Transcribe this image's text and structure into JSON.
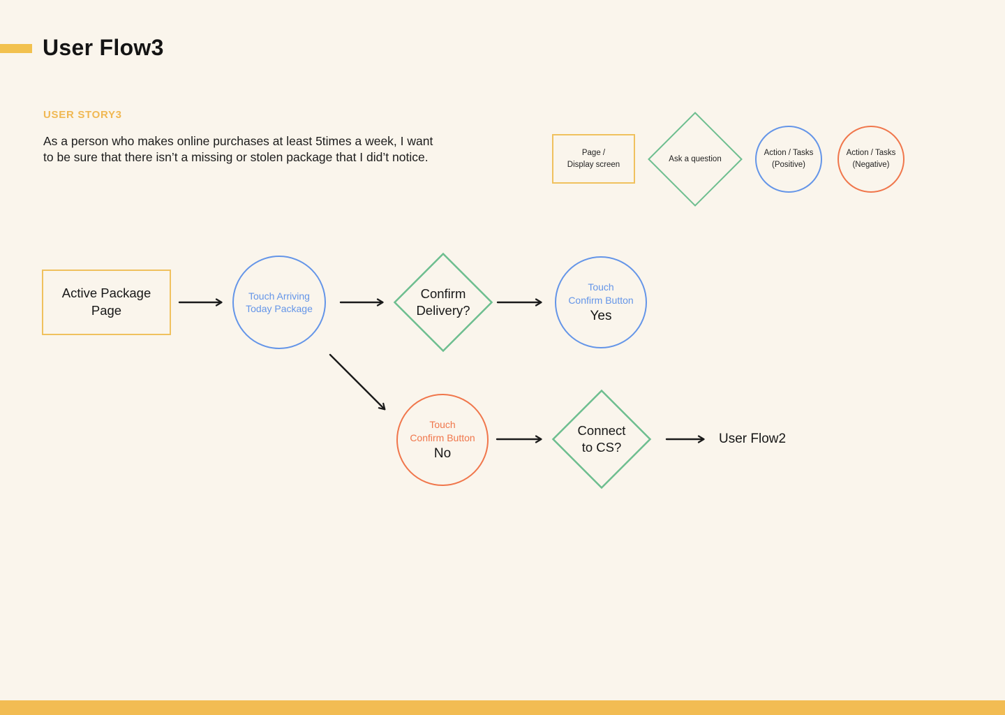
{
  "page": {
    "title": "User Flow3",
    "story_label": "USER STORY3",
    "story_text": "As a person who makes online purchases at least 5times a week, I want\nto be sure that there isn’t a missing or stolen package that I did’t notice."
  },
  "legend": {
    "page_shape_label": "Page /\nDisplay screen",
    "question_shape_label": "Ask a question",
    "positive_shape_label": "Action / Tasks\n(Positive)",
    "negative_shape_label": "Action / Tasks\n(Negative)"
  },
  "flow": {
    "start_node": "Active Package\nPage",
    "touch_arriving_node": "Touch Arriving\nToday Package",
    "confirm_delivery_node": "Confirm\nDelivery?",
    "confirm_yes_label": "Touch\nConfirm Button",
    "confirm_yes_answer": "Yes",
    "confirm_no_label": "Touch\nConfirm Button",
    "confirm_no_answer": "No",
    "connect_cs_node": "Connect\nto CS?",
    "end_node": "User Flow2"
  },
  "colors": {
    "background": "#FAF5EC",
    "accent_yellow": "#F2C14E",
    "story_label_orange": "#F0B853",
    "shape_yellow": "#F0C15E",
    "shape_green": "#6DBE8F",
    "shape_blue": "#6495E8",
    "shape_orange": "#F0764B",
    "arrow_black": "#1A1A1A",
    "bottom_bar_yellow": "#F2BC53"
  }
}
